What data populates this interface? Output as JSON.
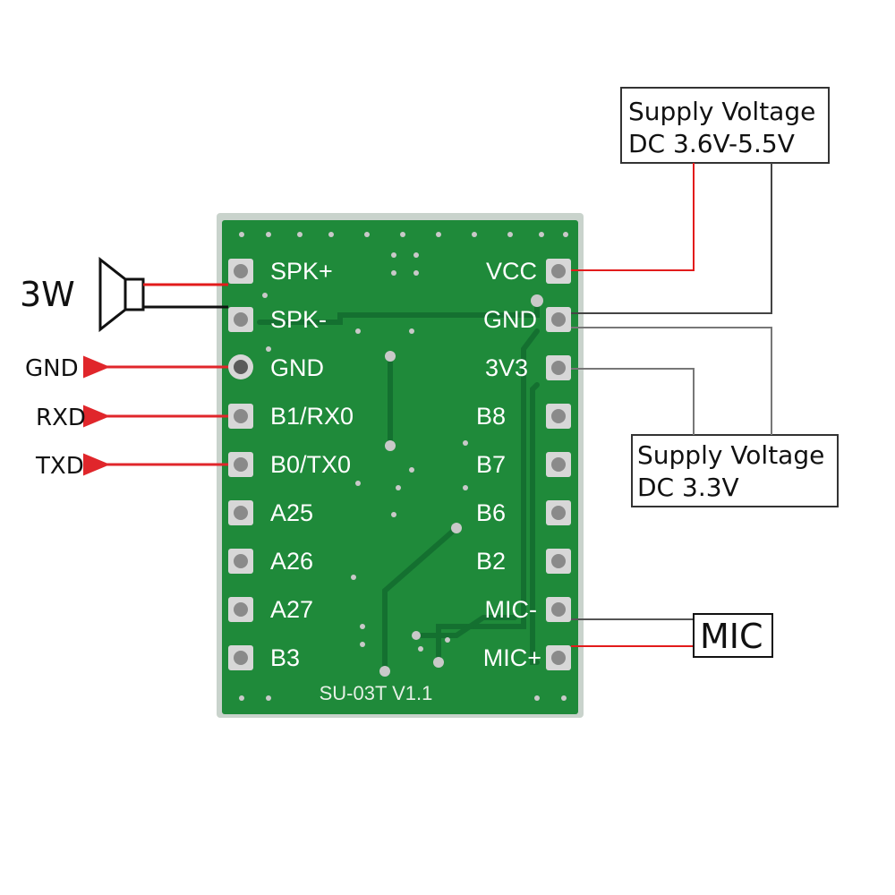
{
  "module": {
    "model_label": "SU-03T V1.1",
    "left_pins": [
      "SPK+",
      "SPK-",
      "GND",
      "B1/RX0",
      "B0/TX0",
      "A25",
      "A26",
      "A27",
      "B3"
    ],
    "right_pins": [
      "VCC",
      "GND",
      "3V3",
      "B8",
      "B7",
      "B6",
      "B2",
      "MIC-",
      "MIC+"
    ]
  },
  "speaker": {
    "power_label": "3W"
  },
  "serial": {
    "gnd_label": "GND",
    "rxd_label": "RXD",
    "txd_label": "TXD"
  },
  "supply_main": {
    "line1": "Supply Voltage",
    "line2": "DC 3.6V-5.5V"
  },
  "supply_3v3": {
    "line1": "Supply Voltage",
    "line2": "DC 3.3V"
  },
  "mic": {
    "label": "MIC"
  },
  "colors": {
    "pcb_green": "#1f8a3a",
    "pcb_dark": "#156b2c",
    "wire_red": "#e21b1b",
    "wire_black": "#111111",
    "wire_gray": "#6e6e6e",
    "arrow_red": "#e0262b"
  }
}
